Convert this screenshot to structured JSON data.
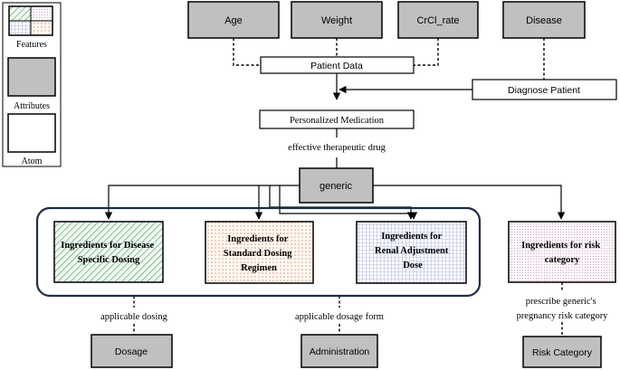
{
  "legend": {
    "features": "Features",
    "attributes": "Attributes",
    "atom": "Atom"
  },
  "attributes": {
    "age": "Age",
    "weight": "Weight",
    "crcl_rate": "CrCl_rate",
    "disease": "Disease",
    "generic": "generic",
    "dosage": "Dosage",
    "administration": "Administration",
    "risk_category": "Risk Category"
  },
  "atoms": {
    "patient_data": "Patient Data",
    "diagnose_patient": "Diagnose Patient",
    "personalized_medication": "Personalized Medication"
  },
  "features": {
    "disease_specific": [
      "Ingredients for Disease",
      "Specific Dosing"
    ],
    "standard_dosing": [
      "Ingredients for",
      "Standard Dosing",
      "Regimen"
    ],
    "renal_adjustment": [
      "Ingredients for",
      "Renal Adjustment",
      "Dose"
    ],
    "risk_category": [
      "Ingredients for risk",
      "category"
    ]
  },
  "edge_labels": {
    "effective_drug": "effective therapeutic drug",
    "applicable_dosing": "applicable dosing",
    "applicable_dosage_form": "applicable dosage form",
    "prescribe_risk": [
      "prescribe generic's",
      "pregnancy risk category"
    ]
  },
  "colors": {
    "attribute_fill": "#c0c0c0",
    "stroke": "#000000",
    "group_stroke": "#1f2d44",
    "green_hatch": "#3a9a55",
    "orange_dots": "#e0905a",
    "blue_grid": "#7a86c8",
    "pink_dots": "#c48ab0"
  }
}
